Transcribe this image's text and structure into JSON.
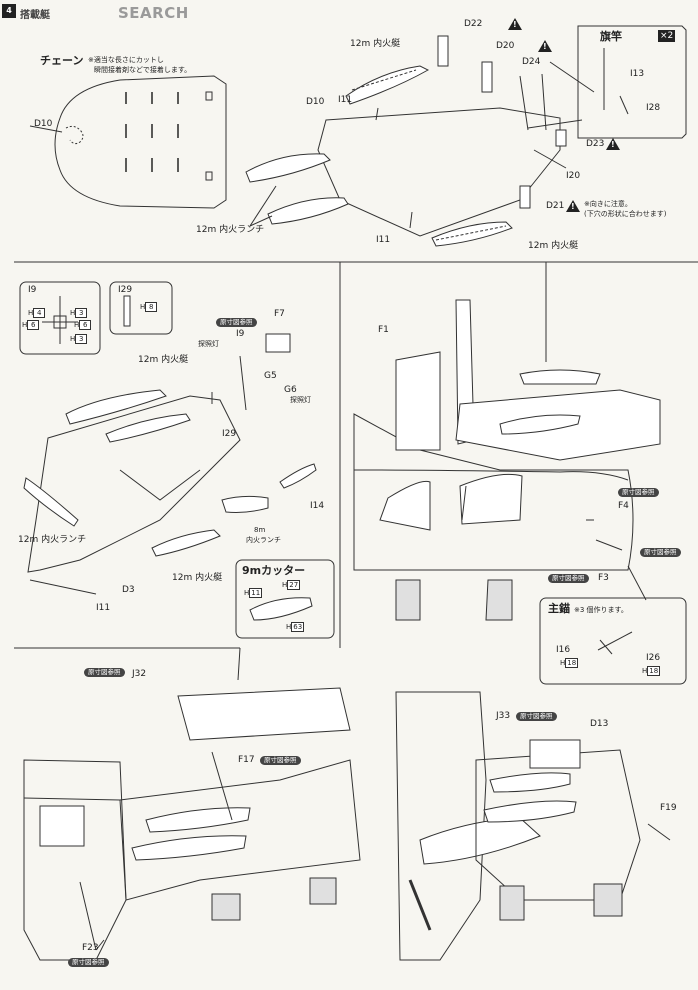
{
  "header": {
    "step": "4",
    "title": "搭載艇",
    "watermark": "SEARCH"
  },
  "part_numbers": {
    "D22": "D22",
    "D20": "D20",
    "D24": "D24",
    "D10": "D10",
    "D23": "D23",
    "D21": "D21",
    "I11": "I11",
    "I20": "I20",
    "I13": "I13",
    "I28": "I28",
    "I9": "I9",
    "I29": "I29",
    "F7": "F7",
    "G5": "G5",
    "G6": "G6",
    "I14": "I14",
    "D3": "D3",
    "F1": "F1",
    "F4": "F4",
    "F3": "F3",
    "I16": "I16",
    "I26": "I26",
    "J32": "J32",
    "F17": "F17",
    "F23": "F23",
    "J33": "J33",
    "D13": "D13",
    "F19": "F19"
  },
  "labels": {
    "chain": "チェーン",
    "chain_note_1": "※適当な長さにカットし",
    "chain_note_2": "瞬間接着剤などで接着します。",
    "boat_12m_motor": "12m 内火艇",
    "boat_12m_launch": "12m 内火ランチ",
    "boat_8m_launch_1": "8m",
    "boat_8m_launch_2": "内火ランチ",
    "cutter_9m": "9mカッター",
    "orientation_note_1": "※向きに注意。",
    "orientation_note_2": "(下穴の形状に合わせます)",
    "flagpole": "旗竿",
    "searchlight": "探照灯",
    "main_anchor": "主錨",
    "anchor_note": "※3 個作ります。",
    "actual_size_ref": "原寸図参照",
    "enlarge_mark": "×2"
  },
  "h_refs": {
    "i9_h4": "H",
    "i9_h4_n": "4",
    "i9_h3a": "H",
    "i9_h3a_n": "3",
    "i9_h6a": "H",
    "i9_h6a_n": "6",
    "i9_h6b": "H",
    "i9_h6b_n": "6",
    "i9_h3b": "H",
    "i9_h3b_n": "3",
    "i29_h": "H",
    "i29_h_n": "8",
    "cutter_h11": "H",
    "cutter_h11_n": "11",
    "cutter_h27": "H",
    "cutter_h27_n": "27",
    "cutter_h63": "H",
    "cutter_h63_n": "63",
    "anchor_h18a": "H",
    "anchor_h18a_n": "18",
    "anchor_h18b": "H",
    "anchor_h18b_n": "18"
  }
}
